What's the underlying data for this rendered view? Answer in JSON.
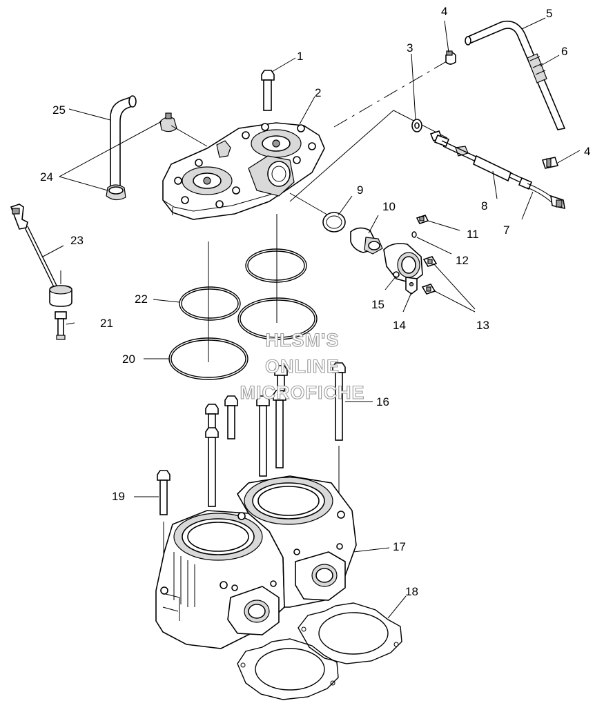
{
  "watermark": {
    "line1": "HLSM'S",
    "line2": "ONLINE",
    "line3": "MICROFICHE"
  },
  "callouts": {
    "c1": "1",
    "c2": "2",
    "c3": "3",
    "c4a": "4",
    "c4b": "4",
    "c5": "5",
    "c6": "6",
    "c7": "7",
    "c8": "8",
    "c9": "9",
    "c10": "10",
    "c11": "11",
    "c12": "12",
    "c13": "13",
    "c14": "14",
    "c15": "15",
    "c16": "16",
    "c17": "17",
    "c18": "18",
    "c19": "19",
    "c20": "20",
    "c21": "21",
    "c22": "22",
    "c23": "23",
    "c24": "24",
    "c25": "25"
  }
}
